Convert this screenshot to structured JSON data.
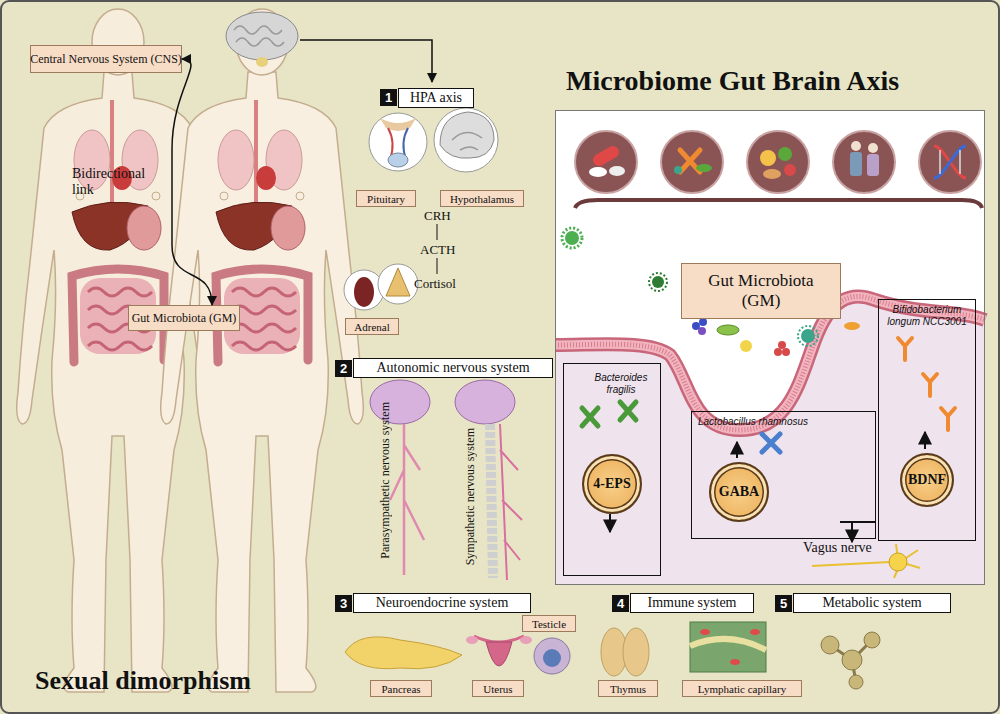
{
  "diagram": {
    "nodes": [
      {
        "text": [
          "Central Nervous System (CNS)"
        ]
      },
      {
        "text": [
          "Gut Microbiota (GM)"
        ]
      },
      {
        "text": [
          "HPA axis"
        ]
      },
      {
        "text": [
          "Pituitary"
        ]
      },
      {
        "text": [
          "Hypothalamus"
        ]
      },
      {
        "text": [
          "Adrenal"
        ]
      },
      {
        "text": [
          "Autonomic nervous system"
        ]
      },
      {
        "text": [
          "Neuroendocrine system"
        ]
      },
      {
        "text": [
          "Pancreas"
        ]
      },
      {
        "text": [
          "Uterus"
        ]
      },
      {
        "text": [
          "Testicle"
        ]
      },
      {
        "text": [
          "Immune system"
        ]
      },
      {
        "text": [
          "Thymus"
        ]
      },
      {
        "text": [
          "Lymphatic capillary"
        ]
      },
      {
        "text": [
          "Metabolic system"
        ]
      },
      {
        "text": [
          "Microbiome Gut Brain Axis"
        ]
      },
      {
        "text": [
          "Gut Microbiota (GM)"
        ],
        "in": 15
      },
      {
        "text": [
          "Bacteroides fragilis"
        ],
        "in": 15
      },
      {
        "text": [
          "4-EPS"
        ],
        "in": 17
      },
      {
        "text": [
          "Lactobacillus rhamnosus"
        ],
        "in": 15
      },
      {
        "text": [
          "GABA"
        ],
        "in": 19
      },
      {
        "text": [
          "Bifidobacterium longum NCC3001"
        ],
        "in": 15
      },
      {
        "text": [
          "BDNF"
        ],
        "in": 21
      }
    ],
    "edges": [
      {
        "from": 0,
        "to": 1,
        "label": "Bidirectional link",
        "arrow": "both"
      }
    ],
    "labels": [
      "Sexual dimorphism",
      "1",
      "CRH",
      "ACTH",
      "Cortisol",
      "2",
      "Parasympathetic nervous system",
      "Sympathetic nervous system",
      "3",
      "4",
      "5",
      "Vagus nerve"
    ]
  }
}
